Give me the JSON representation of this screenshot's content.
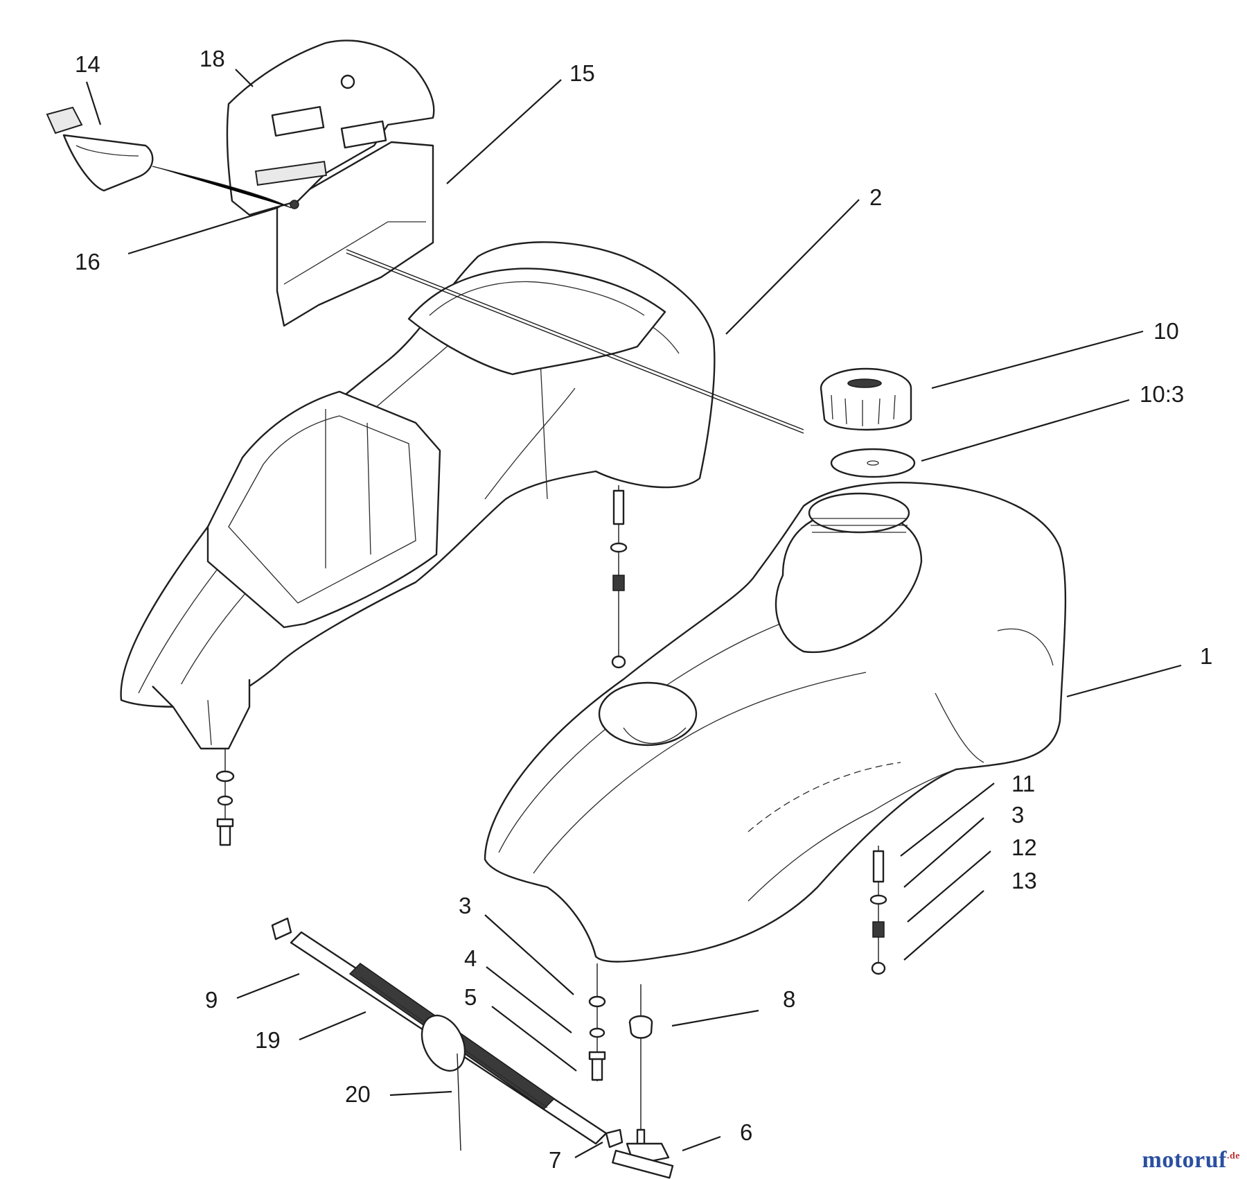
{
  "diagram": {
    "callouts": [
      {
        "id": "c14",
        "label": "14"
      },
      {
        "id": "c18",
        "label": "18"
      },
      {
        "id": "c15",
        "label": "15"
      },
      {
        "id": "c16",
        "label": "16"
      },
      {
        "id": "c2",
        "label": "2"
      },
      {
        "id": "c10",
        "label": "10"
      },
      {
        "id": "c10-3",
        "label": "10:3"
      },
      {
        "id": "c1",
        "label": "1"
      },
      {
        "id": "c11",
        "label": "11"
      },
      {
        "id": "c3a",
        "label": "3"
      },
      {
        "id": "c12",
        "label": "12"
      },
      {
        "id": "c13",
        "label": "13"
      },
      {
        "id": "c3b",
        "label": "3"
      },
      {
        "id": "c4",
        "label": "4"
      },
      {
        "id": "c5",
        "label": "5"
      },
      {
        "id": "c8",
        "label": "8"
      },
      {
        "id": "c9",
        "label": "9"
      },
      {
        "id": "c19",
        "label": "19"
      },
      {
        "id": "c20",
        "label": "20"
      },
      {
        "id": "c7",
        "label": "7"
      },
      {
        "id": "c6",
        "label": "6"
      }
    ]
  },
  "watermark": {
    "name": "motoruf",
    "tld": ".de"
  }
}
